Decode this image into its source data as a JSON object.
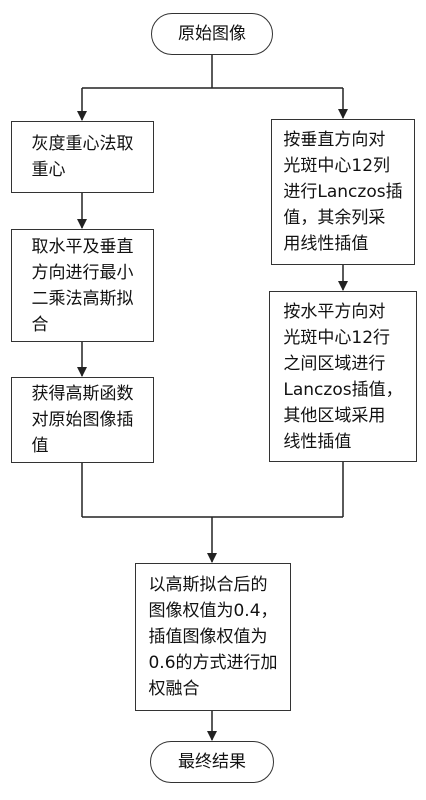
{
  "flowchart": {
    "start": "原始图像",
    "left_branch": [
      "灰度重心法取\n重心",
      "取水平及垂直\n方向进行最小\n二乘法高斯拟\n合",
      "获得高斯函数\n对原始图像插\n值"
    ],
    "right_branch": [
      "按垂直方向对\n光斑中心12列\n进行Lanczos插\n值，其余列采\n用线性插值",
      "按水平方向对\n光斑中心12行\n之间区域进行\nLanczos插值，\n其他区域采用\n线性插值"
    ],
    "merge": "以高斯拟合后的\n图像权值为0.4，\n插值图像权值为\n0.6的方式进行加\n权融合",
    "end": "最终结果"
  }
}
